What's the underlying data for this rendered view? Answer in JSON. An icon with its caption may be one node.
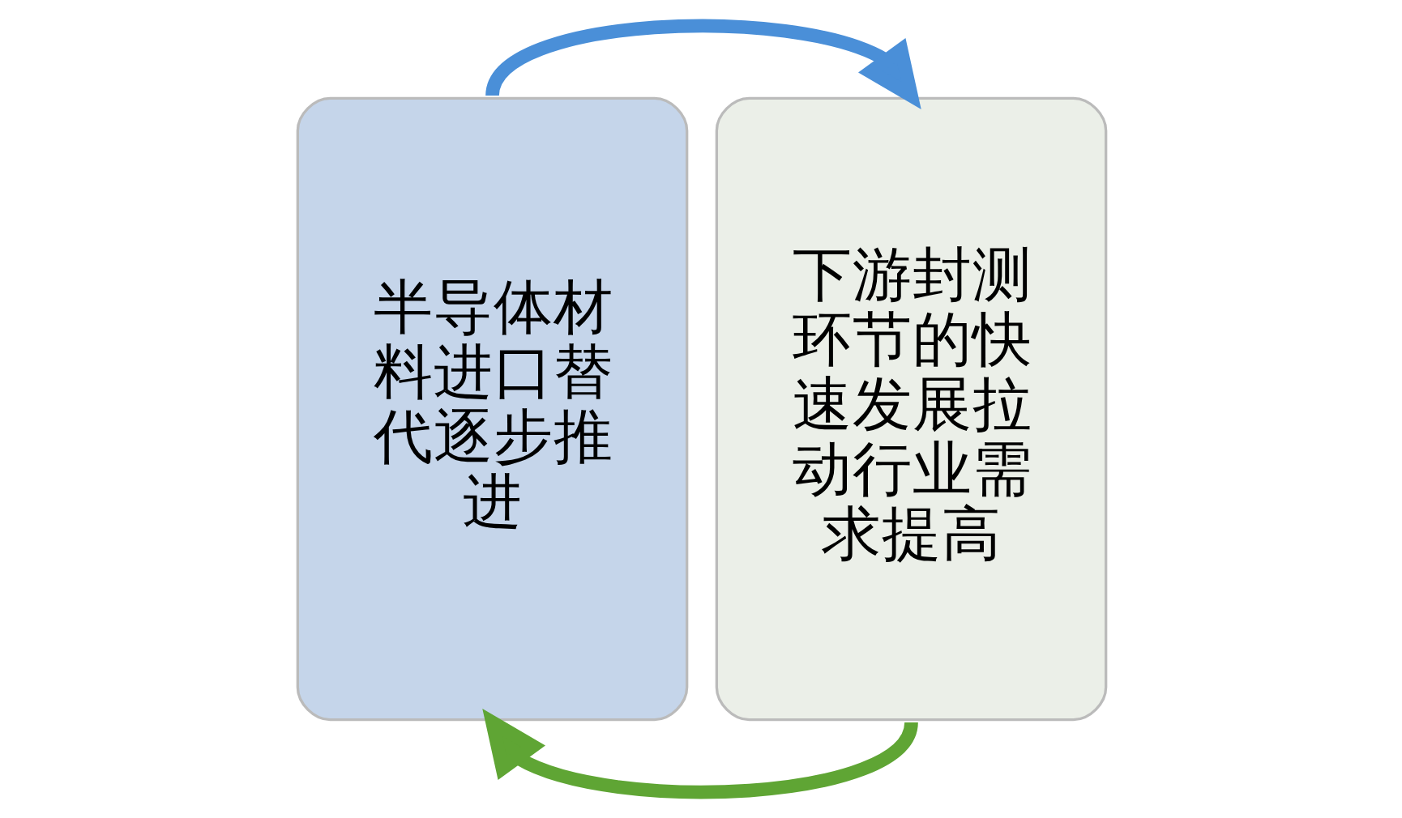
{
  "diagram": {
    "nodes": [
      {
        "text": [
          "半导体材料进口替代逐步推进"
        ]
      },
      {
        "text": [
          "下游封测环节的快速发展拉动行业需求提高"
        ]
      }
    ],
    "edges": [
      {
        "from": 0,
        "to": 1,
        "arrow": "to",
        "color": "#4a8fd8"
      },
      {
        "from": 1,
        "to": 0,
        "arrow": "to",
        "color": "#5fa534"
      }
    ]
  }
}
